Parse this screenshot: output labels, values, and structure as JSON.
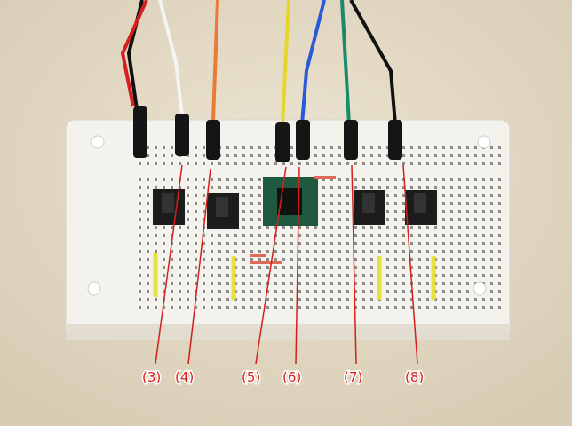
{
  "photo": {
    "subject": "breadboard",
    "background_color": "#e6dcc8",
    "board_color": "#f4f2ec"
  },
  "annotations": {
    "labels": [
      "(3)",
      "(4)",
      "(5)",
      "(6)",
      "(7)",
      "(8)"
    ],
    "color": "#d4201c"
  },
  "wires": {
    "colors": [
      "#111111",
      "#d81e1e",
      "#f4f4f4",
      "#e87a3a",
      "#e6d62a",
      "#2a5ad8",
      "#1a8a6a",
      "#111111"
    ]
  }
}
